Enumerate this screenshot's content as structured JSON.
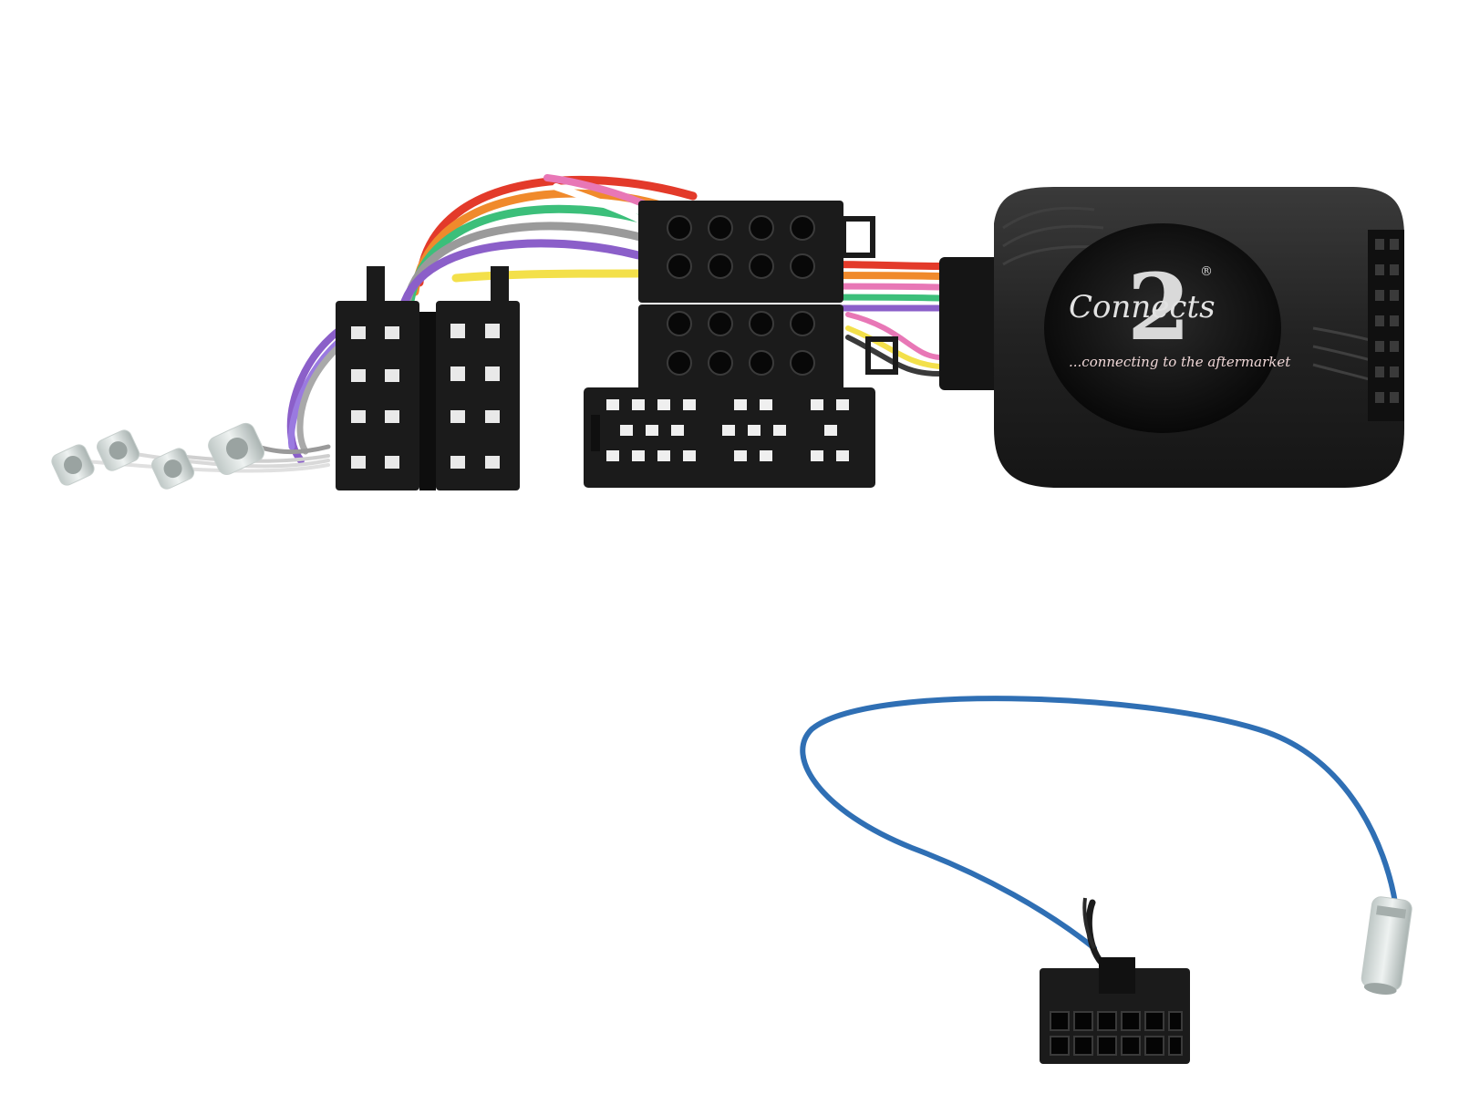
{
  "product": {
    "logo": {
      "brand_digit": "2",
      "brand_word": "Connects",
      "registered": "®",
      "tagline": "...connecting to the aftermarket"
    }
  },
  "colors": {
    "background": "#ffffff",
    "plastic": "#1b1b1b",
    "plastic_edge": "#0a0a0a",
    "interface_box": "#262626",
    "logo_text": "#dcdcdc",
    "tagline_text": "#f0d8d8",
    "blue_wire": "#2f6fb4",
    "wires": [
      "#e33a2a",
      "#f08a2c",
      "#f3e04a",
      "#3cbf7a",
      "#8b5fc9",
      "#9a9a9a",
      "#e877b6",
      "#3b7fd6",
      "#ffffff"
    ]
  },
  "icons": {
    "iso_connector_left": "iso-dual-8pin-icon",
    "iso_connector_center": "iso-quadlock-icon",
    "interface_module": "stalk-interface-box-icon",
    "antenna_plug": "antenna-plug-icon",
    "patch_lead": "patch-lead-icon"
  }
}
